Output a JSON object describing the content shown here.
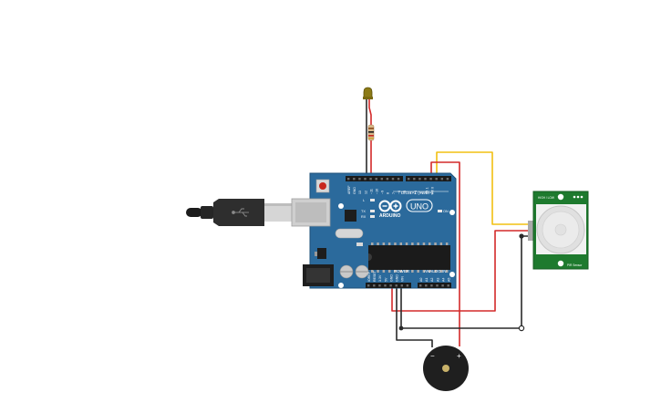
{
  "canvas": {
    "background": "#ffffff"
  },
  "arduino": {
    "brand": "ARDUINO",
    "model": "UNO",
    "digital_label": "DIGITAL (PWM~)",
    "power_label": "POWER",
    "analog_label": "ANALOG IN",
    "top_pin_labels": [
      "AREF",
      "GND",
      "13",
      "12",
      "~11",
      "~10",
      "~9",
      "8",
      "7",
      "~6",
      "~5",
      "4",
      "~3",
      "2",
      "TX 1",
      "RX 0"
    ],
    "power_pin_labels": [
      "IOREF",
      "RESET",
      "3.3V",
      "5V",
      "GND",
      "GND",
      "VIN"
    ],
    "analog_pin_labels": [
      "A0",
      "A1",
      "A2",
      "A3",
      "A4",
      "A5"
    ],
    "led_labels": [
      "L",
      "TX",
      "RX",
      "ON"
    ],
    "board_color": "#2b6a9c"
  },
  "pir_sensor": {
    "label_top": "HIGH / LOW",
    "label_bottom": "PIR Sensor",
    "board_color": "#1e7a2e"
  },
  "buzzer": {
    "minus_label": "−",
    "plus_label": "+"
  },
  "wire_colors": {
    "red": "#d42a2a",
    "yellow": "#f2c012",
    "black": "#2a2a2a"
  }
}
